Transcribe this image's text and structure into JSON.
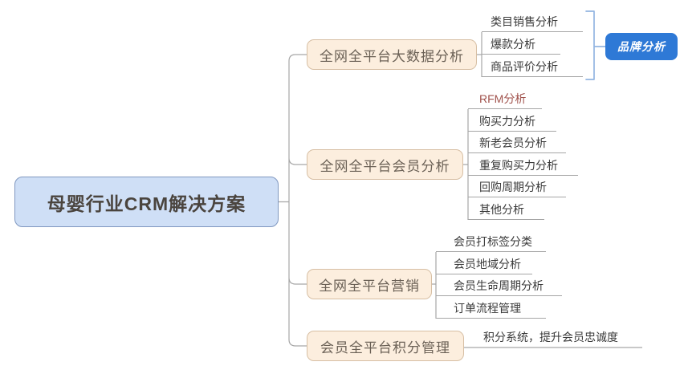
{
  "mindmap": {
    "root": {
      "label": "母婴行业CRM解决方案"
    },
    "branches": [
      {
        "label": "全网全平台大数据分析",
        "children": [
          {
            "label": "类目销售分析"
          },
          {
            "label": "爆款分析"
          },
          {
            "label": "商品评价分析"
          }
        ],
        "callout": {
          "label": "品牌分析"
        }
      },
      {
        "label": "全网全平台会员分析",
        "children": [
          {
            "label": "RFM分析"
          },
          {
            "label": "购买力分析"
          },
          {
            "label": "新老会员分析"
          },
          {
            "label": "重复购买力分析"
          },
          {
            "label": "回购周期分析"
          },
          {
            "label": "其他分析"
          }
        ]
      },
      {
        "label": "全网全平台营销",
        "children": [
          {
            "label": "会员打标签分类"
          },
          {
            "label": "会员地域分析"
          },
          {
            "label": "会员生命周期分析"
          },
          {
            "label": "订单流程管理"
          }
        ]
      },
      {
        "label": "会员全平台积分管理",
        "children": [
          {
            "label": "积分系统，提升会员忠诚度"
          }
        ]
      }
    ]
  },
  "colors": {
    "line": "#a6a6a6",
    "bracket": "#93b5e1",
    "root_fill": "#cfdff6",
    "root_border": "#8098c0",
    "root_text": "#4a443e",
    "branch_fill": "#fceede",
    "branch_border": "#d7bfa4",
    "branch_text": "#6b6156",
    "child_text": "#3a3a3a",
    "rfm_text": "#a0524c",
    "callout_fill": "#2e79d6",
    "callout_text": "#ffffff"
  }
}
